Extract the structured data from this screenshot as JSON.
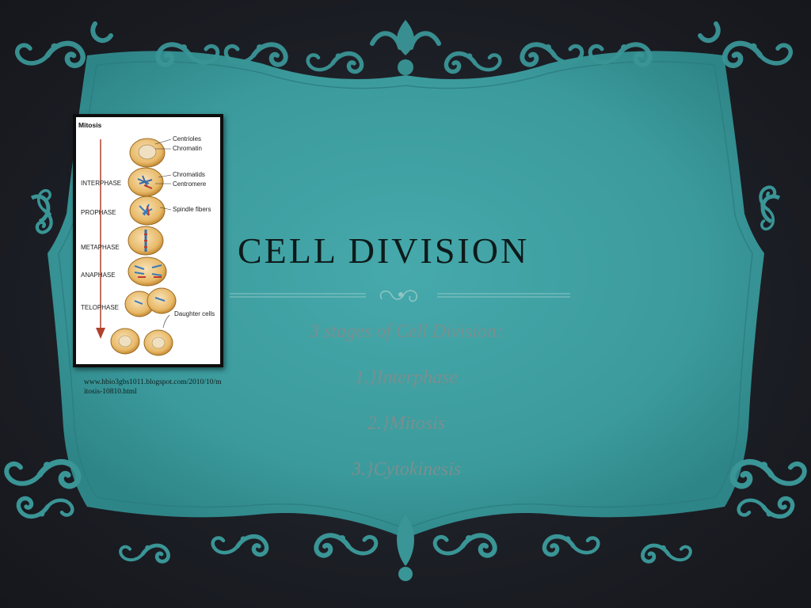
{
  "slide": {
    "title": "CELL DIVISION",
    "body": {
      "intro": "3 stages of  Cell Division:",
      "items": [
        "1.}Interphase",
        "2.}Mitosis",
        "3.}Cytokinesis"
      ]
    },
    "source_caption": "www.hbio3gbs1011.blogspot.com/2010/10/mitosis-10810.html"
  },
  "figure": {
    "title": "Mitosis",
    "phases": [
      "INTERPHASE",
      "PROPHASE",
      "METAPHASE",
      "ANAPHASE",
      "TELOPHASE"
    ],
    "callouts": [
      "Centrioles",
      "Chromatin",
      "Chromatids",
      "Centromere",
      "Spindle fibers",
      "Daughter cells"
    ]
  },
  "colors": {
    "background": "#1c1e25",
    "frame_teal": "#3e9ea0",
    "ornament_teal": "#3a9596",
    "title_text": "#0e1a1a",
    "body_text": "#7a8f8f"
  }
}
